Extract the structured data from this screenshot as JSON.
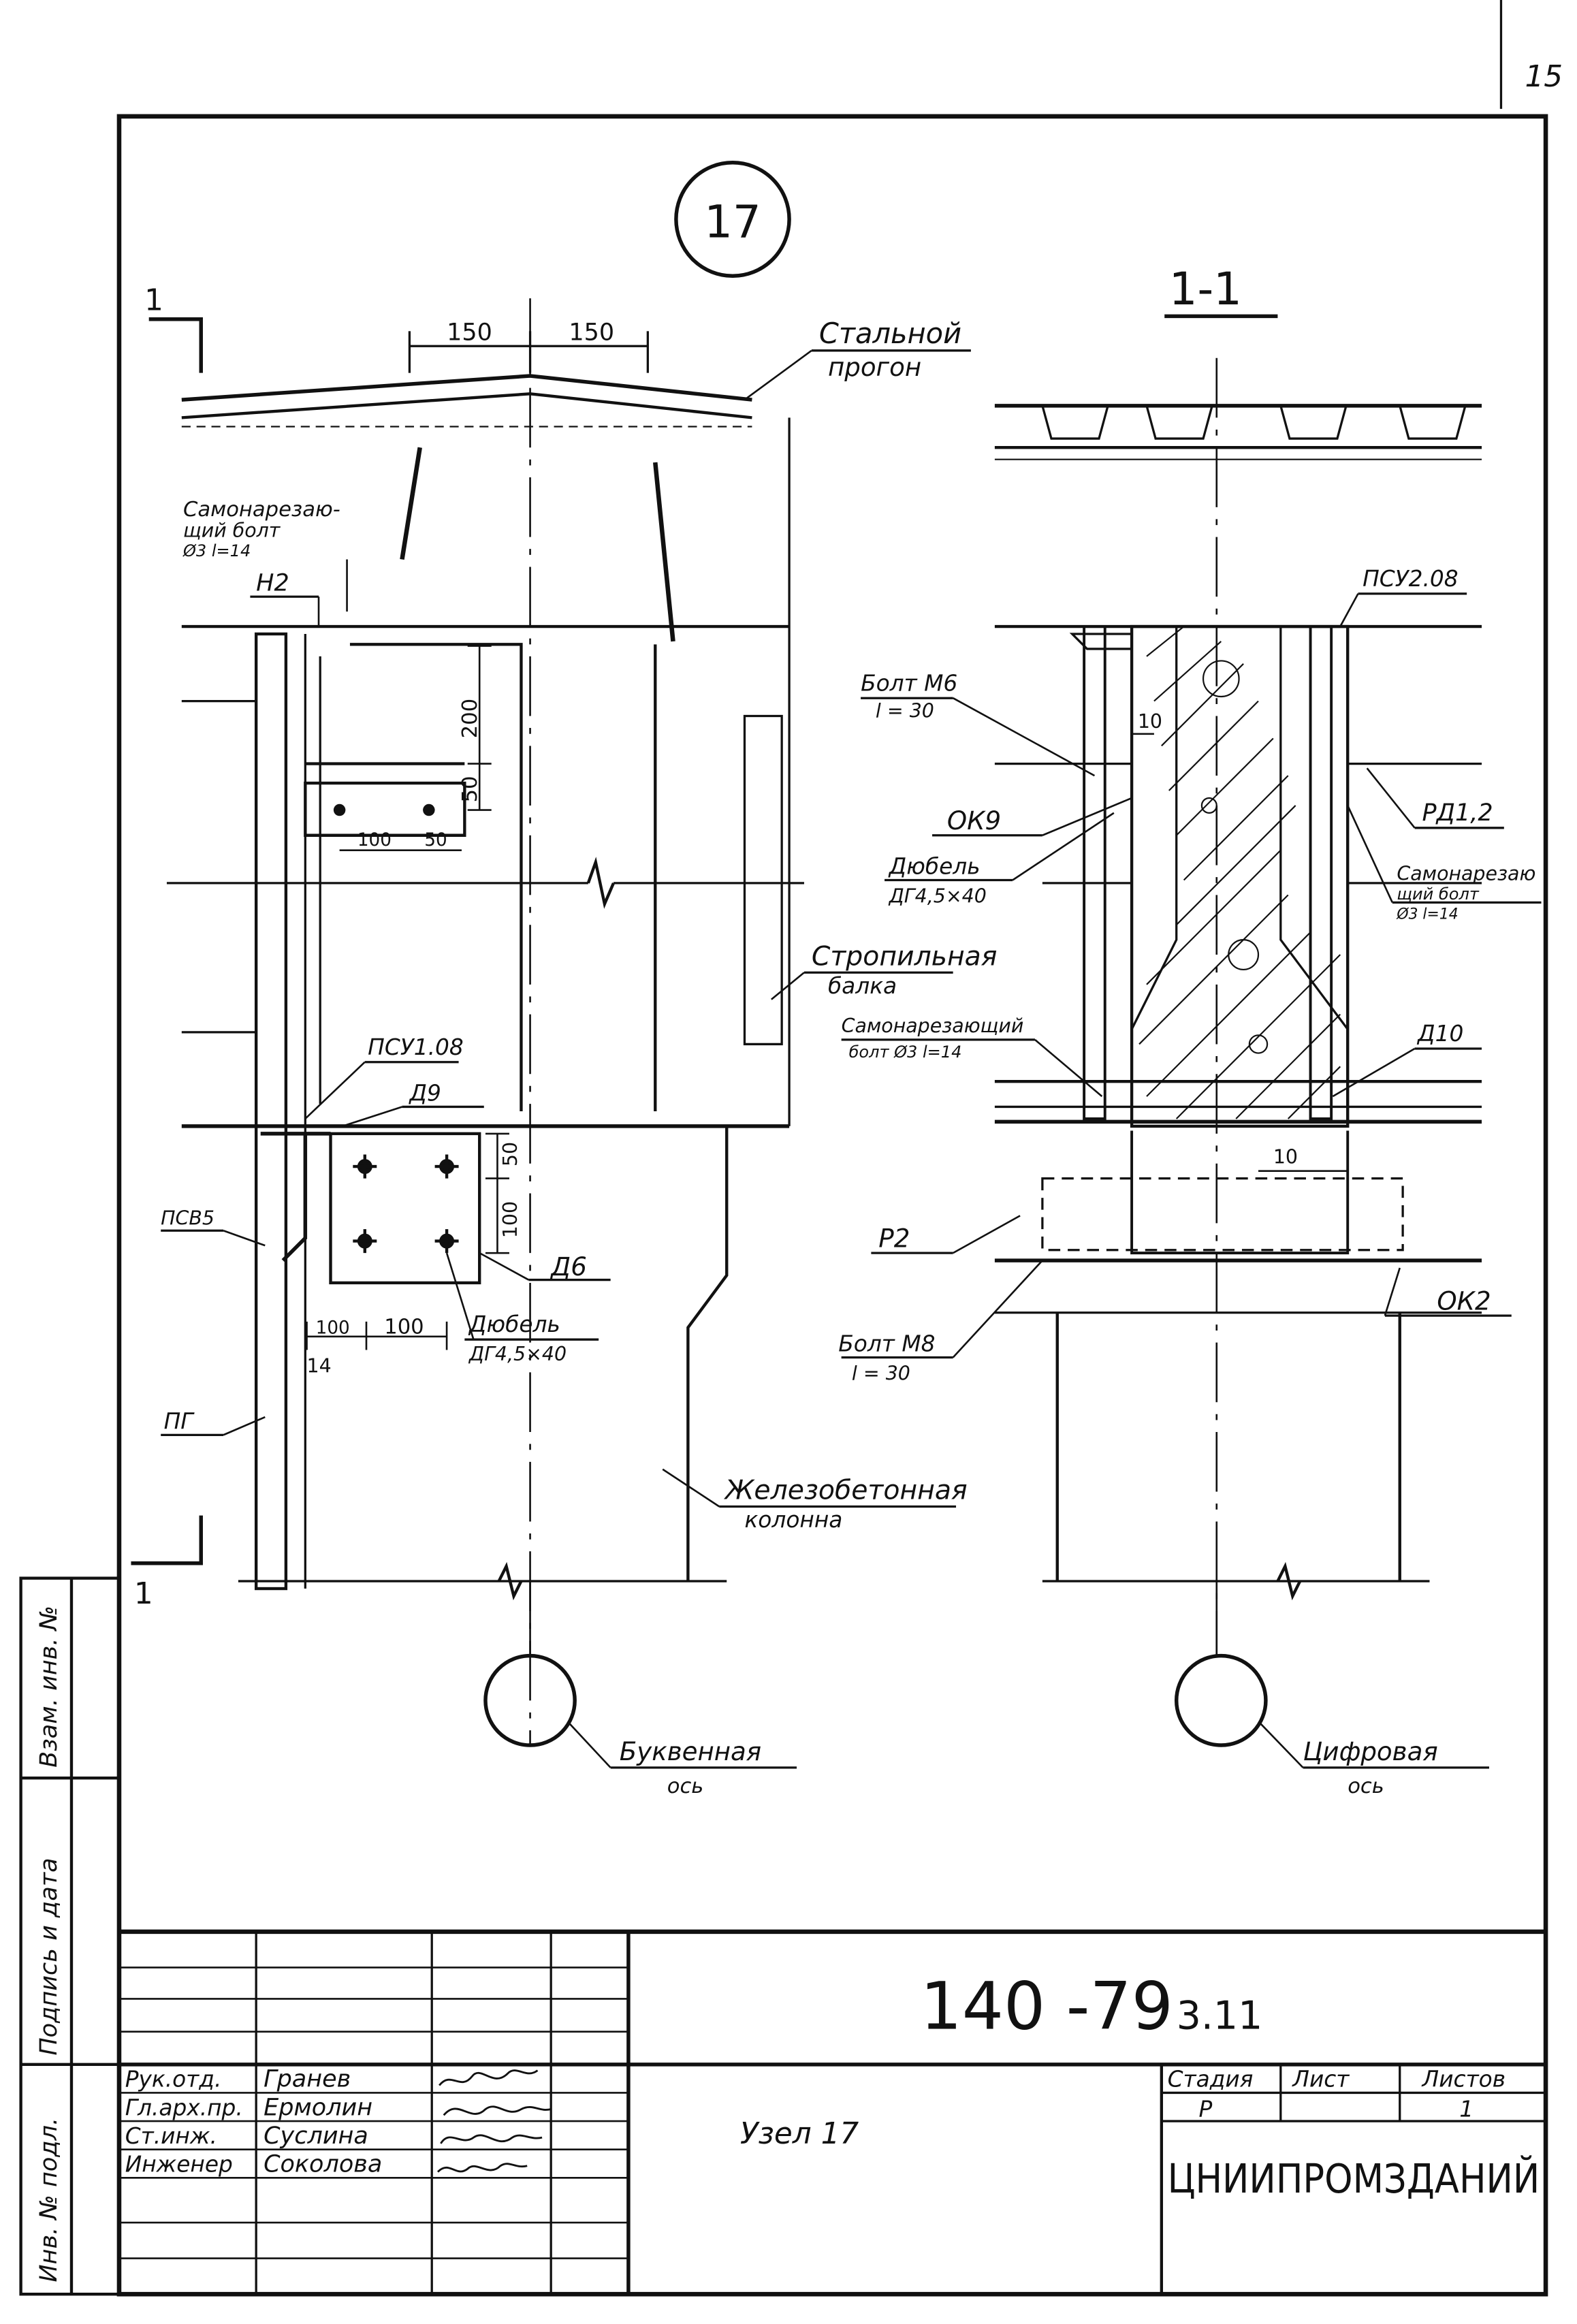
{
  "sheet_number": "15",
  "node_marker": "17",
  "section_mark_left": "1",
  "section_title": "1-1",
  "dimensions": {
    "d150a": "150",
    "d150b": "150",
    "d200": "200",
    "d50": "50",
    "d100v": "100",
    "d50v": "50",
    "d100h": "100",
    "d100a": "100",
    "d50h": "50",
    "d100b": "100",
    "d14": "14",
    "d10a": "10",
    "d10b": "10"
  },
  "left_labels": {
    "steel_purlin_1": "Стальной",
    "steel_purlin_2": "прогон",
    "self_tap_1": "Самонарезаю-",
    "self_tap_2": "щий болт",
    "self_tap_3": "Ø3 l=14",
    "n2": "Н2",
    "rafter_1": "Стропильная",
    "rafter_2": "балка",
    "psu108": "ПСУ1.08",
    "d9": "Д9",
    "psv5": "ПСВ5",
    "d6": "Д6",
    "dowel_1": "Дюбель",
    "dowel_2": "ДГ4,5×40",
    "pg": "ПГ",
    "rc_column_1": "Железобетонная",
    "rc_column_2": "колонна",
    "letter_axis_1": "Буквенная",
    "letter_axis_2": "ось"
  },
  "right_labels": {
    "psu208": "ПСУ2.08",
    "bolt_m6_1": "Болт М6",
    "bolt_m6_2": "l = 30",
    "ok9": "ОК9",
    "dowel_1": "Дюбель",
    "dowel_2": "ДГ4,5×40",
    "rd12": "РД1,2",
    "self_tap_a1": "Самонарезаю",
    "self_tap_a2": "щий болт",
    "self_tap_a3": "Ø3 l=14",
    "self_tap_b1": "Самонарезающий",
    "self_tap_b2": "болт Ø3 l=14",
    "d10": "Д10",
    "p2": "Р2",
    "ok2": "ОК2",
    "bolt_m8_1": "Болт М8",
    "bolt_m8_2": "l = 30",
    "digit_axis_1": "Цифровая",
    "digit_axis_2": "ось"
  },
  "left_margin": {
    "vzam": "Взам. инв. №",
    "podpis": "Подпись и дата",
    "inv": "Инв. № подл."
  },
  "title_block": {
    "code_main": "140 -79",
    "code_suffix": "3.11",
    "node_name": "Узел 17",
    "organization": "ЦНИИПРОМЗДАНИЙ",
    "stage_header": "Стадия",
    "sheet_header": "Лист",
    "sheets_header": "Листов",
    "stage_value": "Р",
    "sheets_value": "1",
    "staff": [
      {
        "role": "Рук.отд.",
        "name": "Гранев"
      },
      {
        "role": "Гл.арх.пр.",
        "name": "Ермолин"
      },
      {
        "role": "Ст.инж.",
        "name": "Суслина"
      },
      {
        "role": "Инженер",
        "name": "Соколова"
      }
    ]
  }
}
